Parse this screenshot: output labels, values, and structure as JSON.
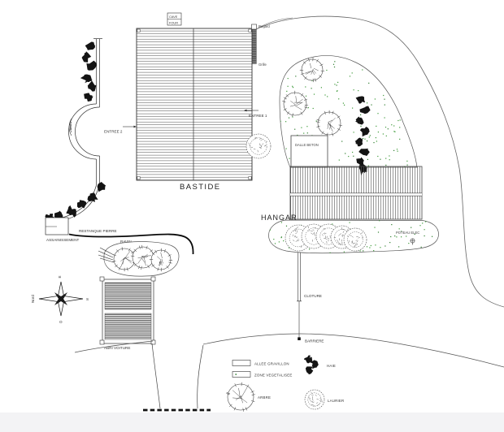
{
  "page": {
    "background": "#ffffff",
    "footer_band_color": "#f3f3f5"
  },
  "colors": {
    "ink": "#333333",
    "dark": "#111111",
    "dot_green": "#3f9b3a",
    "dot_green_dark": "#2f7d2f",
    "hedge_fill": "#141414"
  },
  "plan": {
    "labels": {
      "bastide": "BASTIDE",
      "hangar": "HANGAR",
      "abri_voiture": "ABRI VOITURE",
      "cave_line1": "CAVE",
      "cave_line2": "FOUR",
      "dalle_beton": "DALLE BETON",
      "assainissement": "ASSAINISSEMENT",
      "regard": "Regard",
      "grille": "Grille",
      "entree1": "ENTREE 1",
      "entree2": "ENTREE 2",
      "restanque_pierre": "RESTANQUE PIERRE",
      "ravin": "RAVIN",
      "poteau_elec": "POTEAU ELEC",
      "cloture": "CLOTURE",
      "barriere": "BARRIERE"
    },
    "compass": {
      "north": "Nord",
      "east": "E",
      "south": "S",
      "west": "O"
    },
    "legend": {
      "items": [
        {
          "symbol": "allee-gravillon-swatch",
          "label": "ALLEE GRAVILLON"
        },
        {
          "symbol": "zone-vegetalisee-swatch",
          "label": "ZONE VEGETALISEE"
        },
        {
          "symbol": "arbre-symbol",
          "label": "ARBRE"
        },
        {
          "symbol": "haie-symbol",
          "label": "HAIE"
        },
        {
          "symbol": "laurier-symbol",
          "label": "LAURIER"
        }
      ]
    }
  }
}
